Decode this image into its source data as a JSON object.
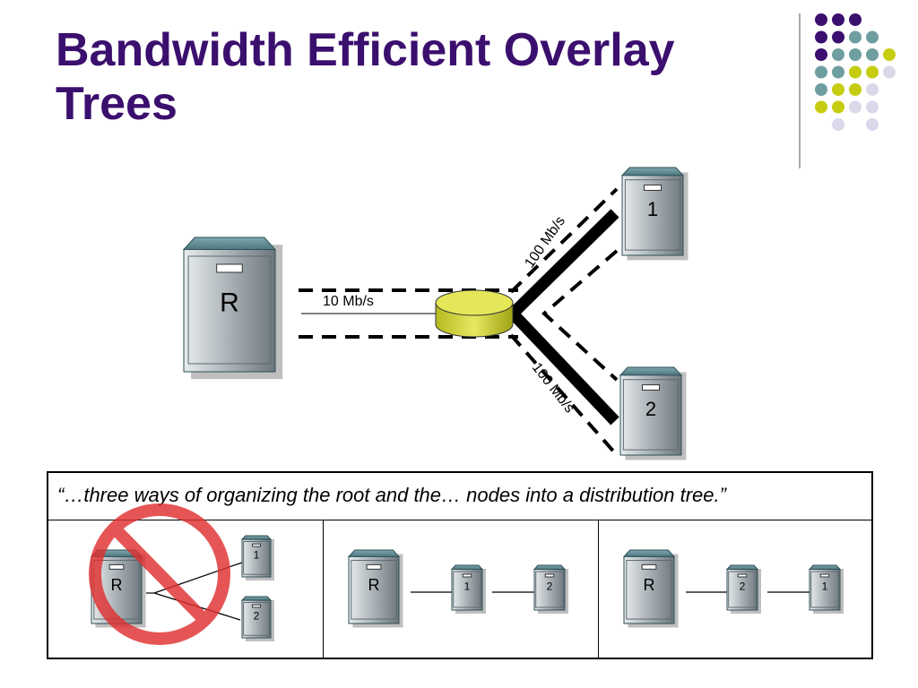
{
  "slide": {
    "title": "Bandwidth Efficient Overlay Trees"
  },
  "diagram": {
    "root_label": "R",
    "node1_label": "1",
    "node2_label": "2",
    "link_root": "10 Mb/s",
    "link_node1": "100 Mb/s",
    "link_node2": "100 Mb/s"
  },
  "quote": {
    "text": "“…three ways of organizing the root and the… nodes into a distribution tree.”"
  },
  "options": [
    {
      "labels": [
        "R",
        "1",
        "2"
      ],
      "crossed_out": true
    },
    {
      "labels": [
        "R",
        "1",
        "2"
      ]
    },
    {
      "labels": [
        "R",
        "2",
        "1"
      ]
    }
  ],
  "colors": {
    "title": "#3b0f6e",
    "accent_purple": "#3b0f6e",
    "accent_teal": "#6f9ea0",
    "accent_yellow": "#c6cc10",
    "accent_lavender": "#d9d9ea",
    "prohibit_red": "#e03030",
    "router_yellow": "#d8dc40"
  }
}
